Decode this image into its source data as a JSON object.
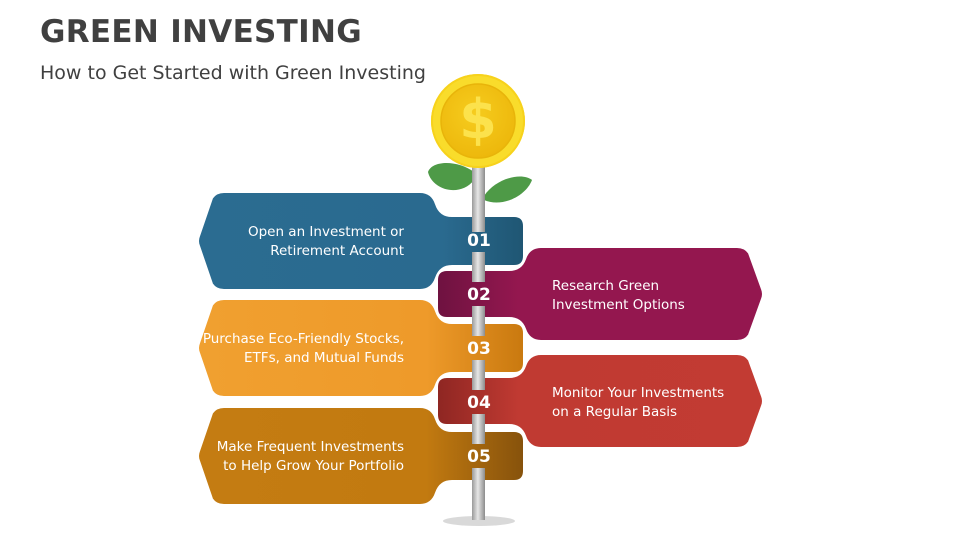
{
  "header": {
    "title": "GREEN INVESTING",
    "subtitle": "How to Get Started with Green Investing"
  },
  "coin": {
    "symbol": "$",
    "icon": "dollar-coin-icon",
    "colors": {
      "rim": "#F7D21C",
      "face": "#F2C311",
      "symbol": "#FBE34A"
    }
  },
  "plant": {
    "icon": "leaves-icon",
    "leaf_color": "#4E9A47",
    "pole_color": "#BDBDBD"
  },
  "steps": [
    {
      "number": "01",
      "side": "left",
      "line1": "Open an Investment or",
      "line2": "Retirement Account",
      "color": "#2A6A8F",
      "tab_color": "#1F5673"
    },
    {
      "number": "02",
      "side": "right",
      "line1": "Research Green",
      "line2": "Investment Options",
      "color": "#94174F",
      "tab_color": "#6E1240"
    },
    {
      "number": "03",
      "side": "left",
      "line1": "Purchase Eco-Friendly Stocks,",
      "line2": "ETFs, and Mutual Funds",
      "color": "#EE9A2A",
      "tab_color": "#C9790F"
    },
    {
      "number": "04",
      "side": "right",
      "line1": "Monitor Your Investments",
      "line2": "on a Regular Basis",
      "color": "#C03A32",
      "tab_color": "#8E2622"
    },
    {
      "number": "05",
      "side": "left",
      "line1": "Make Frequent Investments",
      "line2": "to Help Grow Your Portfolio",
      "color": "#C27A10",
      "tab_color": "#86520C"
    }
  ]
}
